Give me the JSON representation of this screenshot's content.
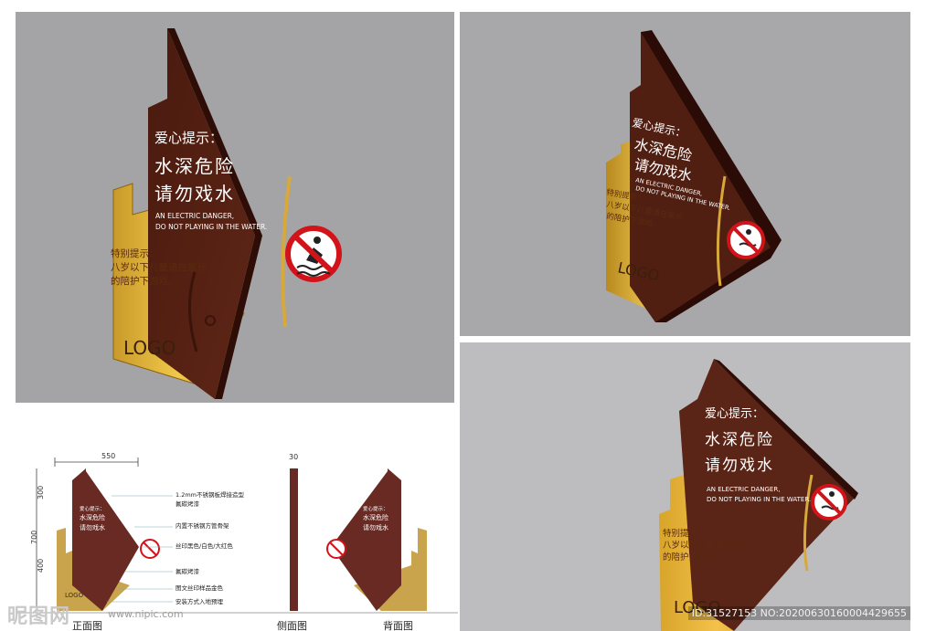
{
  "sign": {
    "title_small": "爱心提示：",
    "title_line1": "水深危险",
    "title_line2": "请勿戏水",
    "en_line1": "AN ELECTRIC DANGER,",
    "en_line2": "DO NOT PLAYING IN THE WATER.",
    "special_title": "特别提示：",
    "special_line1": "八岁以下儿童请在家长",
    "special_line2": "的陪护下游戏。",
    "logo": "LOGO"
  },
  "drawing": {
    "dim_width": "550",
    "dim_top": "300",
    "dim_total": "700",
    "dim_bottom": "400",
    "dim_side": "30",
    "notes": [
      "1.2mm不锈钢板焊接造型",
      "氟碳烤漆",
      "内置不锈钢方管骨架",
      "丝印黑色/白色/大红色",
      "氟碳烤漆",
      "图文丝印样品金色",
      "安装方式入地预埋"
    ],
    "label_front": "正面图",
    "label_side": "侧面图",
    "label_back": "背面图"
  },
  "watermark": {
    "brand": "昵图网",
    "url": "www.nipic.com",
    "id": "ID:31527153 NO:20200630160004429655"
  },
  "colors": {
    "brown": "#5a2416",
    "gold": "#e2b437",
    "red": "#d3131a"
  }
}
